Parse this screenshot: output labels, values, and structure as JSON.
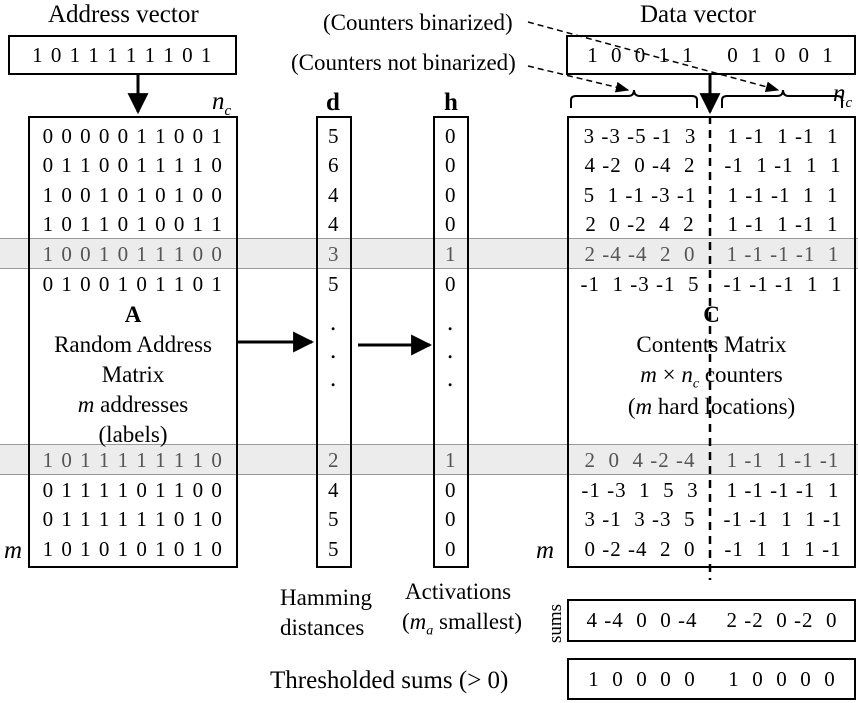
{
  "titles": {
    "address_vector": "Address vector",
    "data_vector": "Data vector",
    "counters_binarized": "(Counters binarized)",
    "counters_not_binarized": "(Counters not binarized)"
  },
  "address_vector": "1 0 1 1 1 1 1 1 0 1",
  "data_vector_left": "1 0 0 1 1",
  "data_vector_right": "0 1 0 0 1",
  "symbols": {
    "nc": "n",
    "nc_sub": "c",
    "m": "m",
    "d": "d",
    "h": "h",
    "ellipsis": "."
  },
  "A_rows": [
    {
      "bits": "0 0 0 0 0 1 1 0 0 1",
      "highlight": false
    },
    {
      "bits": "0 1 1 0 0 1 1 1 1 0",
      "highlight": false
    },
    {
      "bits": "1 0 0 1 0 1 0 1 0 0",
      "highlight": false
    },
    {
      "bits": "1 0 1 1 0 1 0 0 1 1",
      "highlight": false
    },
    {
      "bits": "1 0 0 1 0 1 1 1 0 0",
      "highlight": true
    },
    {
      "bits": "0 1 0 0 1 0 1 1 0 1",
      "highlight": false
    },
    {
      "bits": "1 0 1 1 1 1 1 1 1 0",
      "highlight": true
    },
    {
      "bits": "0 1 1 1 1 0 1 1 0 0",
      "highlight": false
    },
    {
      "bits": "0 1 1 1 1 1 1 0 1 0",
      "highlight": false
    },
    {
      "bits": "1 0 1 0 1 0 1 0 1 0",
      "highlight": false
    }
  ],
  "d_values": [
    "5",
    "6",
    "4",
    "4",
    "3",
    "5",
    "2",
    "4",
    "5",
    "5"
  ],
  "h_values": [
    "0",
    "0",
    "0",
    "0",
    "1",
    "0",
    "1",
    "0",
    "0",
    "0"
  ],
  "C_rows": [
    {
      "left": "3 -3 -5 -1  3",
      "right": "1 -1  1 -1  1"
    },
    {
      "left": "4 -2  0 -4  2",
      "right": "-1  1 -1  1  1"
    },
    {
      "left": "5  1 -1 -3 -1",
      "right": "1 -1 -1  1  1"
    },
    {
      "left": "2  0 -2  4  2",
      "right": "1 -1  1 -1  1"
    },
    {
      "left": "2 -4 -4  2  0",
      "right": "1 -1 -1 -1  1"
    },
    {
      "left": "-1  1 -3 -1  5",
      "right": "-1 -1 -1  1  1"
    },
    {
      "left": "2  0  4 -2 -4",
      "right": "1 -1  1 -1 -1"
    },
    {
      "left": "-1 -3  1  5  3",
      "right": "1 -1 -1 -1  1"
    },
    {
      "left": "3 -1  3 -3  5",
      "right": "-1 -1  1  1 -1"
    },
    {
      "left": "0 -2 -4  2  0",
      "right": "-1  1  1  1 -1"
    }
  ],
  "A_label": {
    "letter": "A",
    "line1": "Random Address",
    "line2": "Matrix",
    "line3_m": "m",
    "line3_rest": " addresses",
    "line4": "(labels)"
  },
  "C_label": {
    "letter": "C",
    "line1": "Contents Matrix",
    "line2_m": "m",
    "line2_times": " × ",
    "line2_n": "n",
    "line2_sub": "c",
    "line2_rest": " counters",
    "line3_open": "(",
    "line3_m": "m",
    "line3_rest": " hard locations)"
  },
  "bottom_labels": {
    "hamming_1": "Hamming",
    "hamming_2": "distances",
    "activations_1": "Activations",
    "activations_2_open": "(",
    "activations_2_m": "m",
    "activations_2_sub": "a",
    "activations_2_rest": " smallest)",
    "sums_side": "sums",
    "thresholded": "Thresholded sums  (> 0)"
  },
  "sums_left": "4 -4  0  0 -4",
  "sums_right": "2 -2  0 -2  0",
  "thresholded_left": "1  0  0  0  0",
  "thresholded_right": "1  0  0  0  0"
}
